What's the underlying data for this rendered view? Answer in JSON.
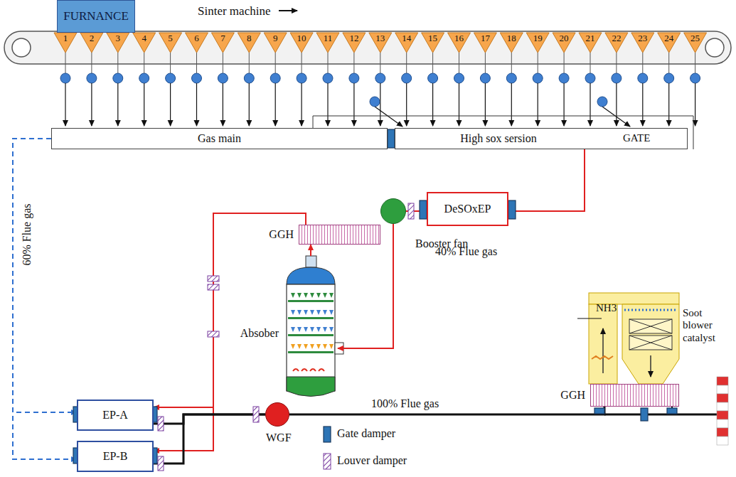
{
  "diagram": {
    "nodes": [
      {
        "text": [
          "FURNANCE"
        ]
      },
      {
        "text": [
          "Gas main"
        ]
      },
      {
        "text": [
          "High sox sersion"
        ]
      },
      {
        "text": [
          "DeSOxEP"
        ]
      },
      {
        "text": [
          "Booster fan"
        ]
      },
      {
        "text": [
          "GGH"
        ]
      },
      {
        "text": [
          "Absober"
        ]
      },
      {
        "text": [
          "EP-A"
        ]
      },
      {
        "text": [
          "EP-B"
        ]
      },
      {
        "text": [
          "WGF"
        ]
      },
      {
        "text": [
          "GGH"
        ]
      }
    ],
    "edges": [
      {
        "from": 2,
        "to": 3,
        "arrow": "to"
      },
      {
        "from": 3,
        "to": 4,
        "arrow": "none"
      },
      {
        "from": 4,
        "to": 6,
        "arrow": "to"
      },
      {
        "from": 6,
        "to": 5,
        "arrow": "to"
      },
      {
        "from": 5,
        "to": 7,
        "arrow": "to"
      },
      {
        "from": 5,
        "to": 8,
        "arrow": "to"
      },
      {
        "from": 1,
        "to": 7,
        "arrow": "to"
      },
      {
        "from": 1,
        "to": 8,
        "arrow": "to"
      },
      {
        "from": 7,
        "to": 9,
        "arrow": "none"
      },
      {
        "from": 8,
        "to": 9,
        "arrow": "none"
      },
      {
        "from": 9,
        "to": 10,
        "arrow": "none"
      }
    ],
    "labels": [
      "Sinter machine",
      "1",
      "2",
      "3",
      "4",
      "5",
      "6",
      "7",
      "8",
      "9",
      "10",
      "11",
      "12",
      "13",
      "14",
      "15",
      "16",
      "17",
      "18",
      "19",
      "20",
      "21",
      "22",
      "23",
      "24",
      "25",
      "GATE",
      "60% Flue gas",
      "40% Flue gas",
      "100% Flue gas",
      "NH3",
      "Soot blower catalyst"
    ],
    "legend": [
      {
        "text": "Gate damper"
      },
      {
        "text": "Louver damper"
      }
    ]
  }
}
